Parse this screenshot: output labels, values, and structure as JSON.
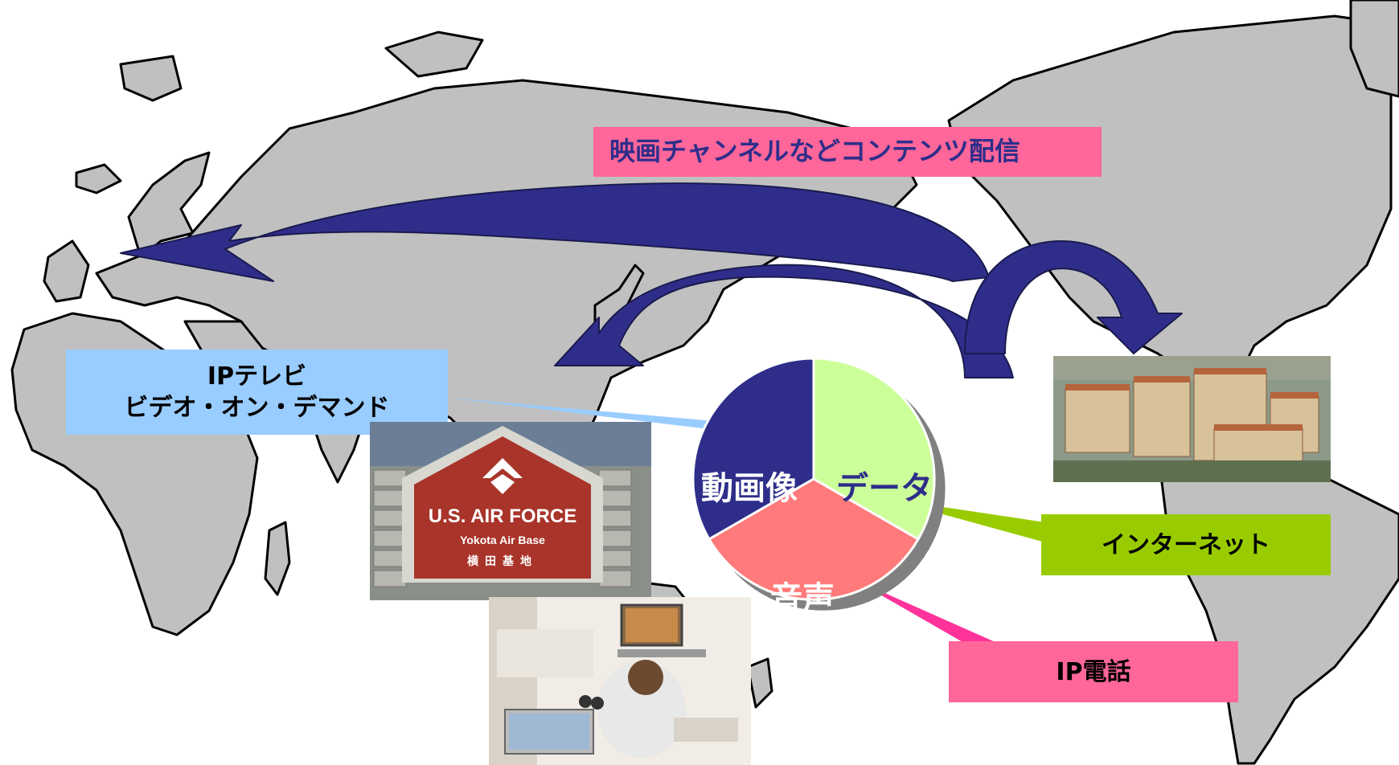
{
  "banner": {
    "text": "映画チャンネルなどコンテンツ配信"
  },
  "iptv": {
    "line1": "IPテレビ",
    "line2": "ビデオ・オン・デマンド"
  },
  "internet": {
    "text": "インターネット"
  },
  "ipphone": {
    "text": "IP電話"
  },
  "pie": {
    "video": "動画像",
    "data": "データ",
    "audio": "音声"
  },
  "sign": {
    "title": "U.S. AIR FORCE",
    "subtitle": "Yokota Air Base",
    "kanji": "横田基地"
  },
  "colors": {
    "map": "#c0c0c0",
    "map_stroke": "#000000",
    "arrow": "#2e2e8a",
    "banner_bg": "#ff6699",
    "iptv_bg": "#99ccff",
    "internet_bg": "#99cc00",
    "ipphone_bg": "#ff6699",
    "pie_video": "#2e2e8a",
    "pie_data": "#ccff99",
    "pie_audio": "#ff7a7a"
  }
}
